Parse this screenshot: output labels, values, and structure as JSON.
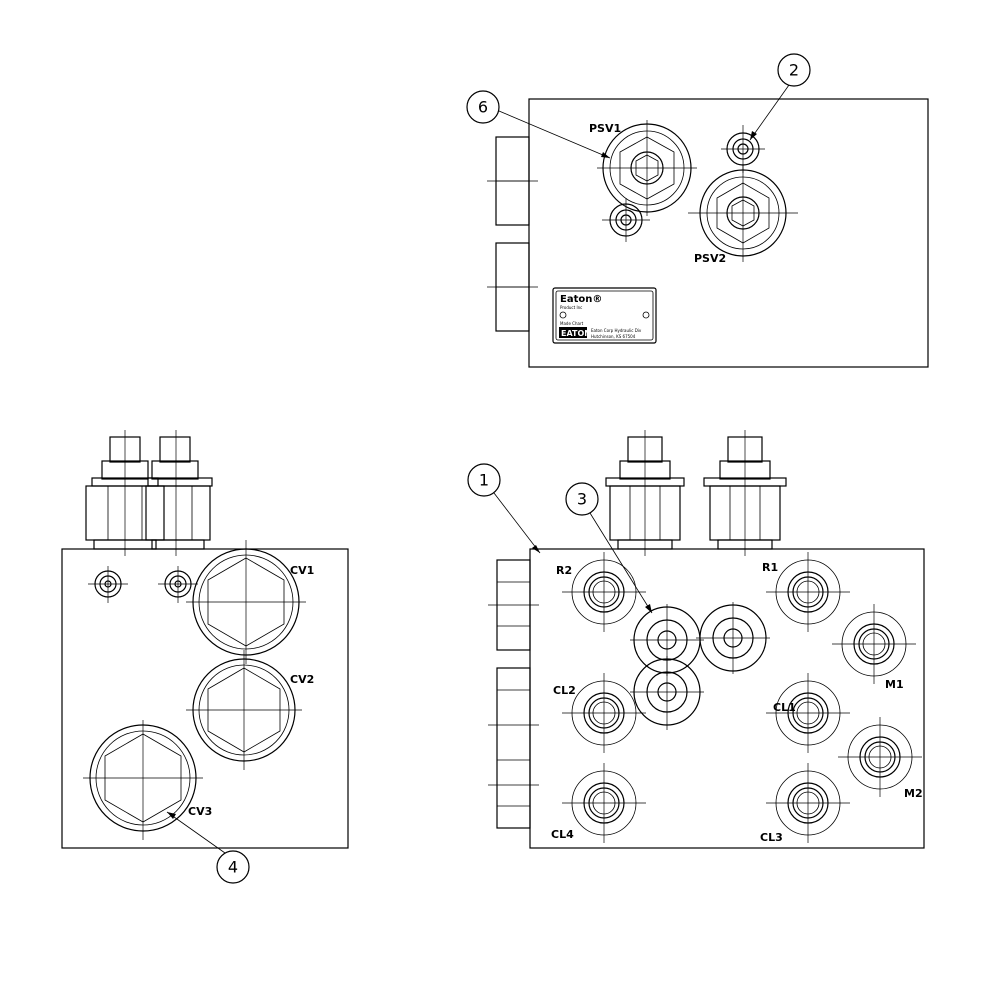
{
  "callouts": [
    "1",
    "2",
    "3",
    "4",
    "6"
  ],
  "top_view": {
    "ports": [
      "PSV1",
      "PSV2"
    ],
    "nameplate": {
      "brand": "Eaton®",
      "line2": "Product Inc",
      "line3": "Made Chart",
      "logo": "EATON",
      "address1": "Eaton Corp Hydraulic Div",
      "address2": "Hutchinson, KS 67504"
    }
  },
  "left_view": {
    "ports": [
      "CV1",
      "CV2",
      "CV3"
    ]
  },
  "right_view": {
    "ports": [
      "R2",
      "R1",
      "M1",
      "CL2",
      "CL1",
      "M2",
      "CL4",
      "CL3"
    ]
  }
}
